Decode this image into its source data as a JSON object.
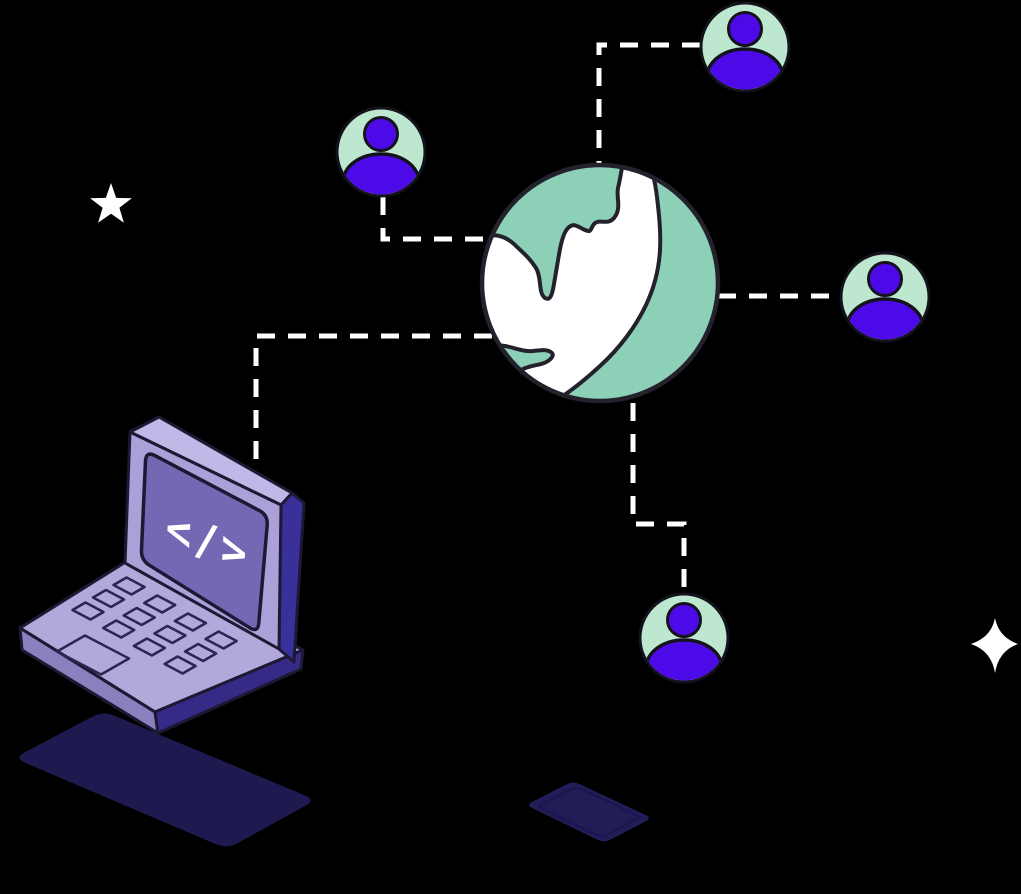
{
  "scene": {
    "description": "Isometric illustration of a laptop connected through a globe to four user avatars with dashed network links",
    "background_color": "#000000"
  },
  "palette": {
    "background": "#000000",
    "white": "#ffffff",
    "mint": "#bee7d0",
    "teal": "#8dd0b8",
    "violet": "#4d0ae8",
    "outline_dark": "#14121c",
    "globe_outline": "#23212b",
    "laptop_outline": "#1d1935",
    "lavender_bevel": "#c1b8e7",
    "lavender_lid": "#aba1d8",
    "screen_purple": "#7467b3",
    "lavender_base": "#b2a8d9",
    "lavender_base_side": "#8a80be",
    "indigo_side": "#3a309a",
    "indigo_front": "#352b86",
    "key_outline": "#2b2550",
    "shadow_navy": "#1e1a4f",
    "phone_navy": "#211d57",
    "phone_inner": "#1a1650",
    "dash_color": "#ffffff"
  },
  "laptop": {
    "screen_code": "</>"
  },
  "network": {
    "hub": "globe",
    "nodes": [
      "user-top",
      "user-left",
      "user-right",
      "user-bottom",
      "laptop"
    ],
    "connections": [
      {
        "from": "globe",
        "to": "user-top"
      },
      {
        "from": "globe",
        "to": "user-left"
      },
      {
        "from": "globe",
        "to": "user-right"
      },
      {
        "from": "globe",
        "to": "user-bottom"
      },
      {
        "from": "globe",
        "to": "laptop"
      }
    ],
    "user_count": 4
  },
  "decorations": [
    "five-point-star-left",
    "four-point-sparkle-right",
    "laptop-shadow",
    "phone-shadow"
  ]
}
